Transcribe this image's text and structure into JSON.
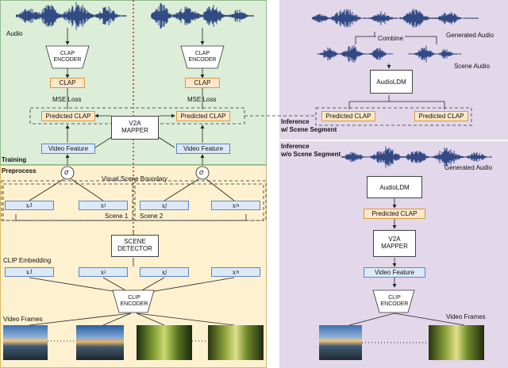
{
  "training": {
    "section_label": "Training",
    "audio_label": "Audio",
    "clap_encoder": "CLAP\nENCODER",
    "clap_label": "CLAP",
    "mse_loss": "MSE Loss",
    "predicted_clap": "Predicted CLAP",
    "v2a_mapper": "V2A\nMAPPER",
    "video_feature": "Video Feature",
    "sigma": "σ"
  },
  "preprocess": {
    "section_label": "Preprocess",
    "visual_scene_boundary": "Visual Scene Boundary",
    "scene1": "Scene 1",
    "scene2": "Scene 2",
    "x_labels_top": [
      "x",
      "x",
      "x",
      "x"
    ],
    "x_subs_top": [
      "1",
      "i",
      "j",
      "n"
    ],
    "scene_detector": "SCENE\nDETECTOR",
    "clip_embedding": "CLIP Embedding",
    "x_labels_bottom": [
      "x",
      "x",
      "x",
      "x"
    ],
    "x_subs_bottom": [
      "1",
      "i",
      "j",
      "n"
    ],
    "clip_encoder": "CLIP\nENCODER",
    "video_frames": "Video Frames"
  },
  "inference_scene": {
    "section_label": "Inference\nw/ Scene Segment",
    "generated_audio": "Generated Audio",
    "combine": "Combine",
    "scene_audio": "Scene Audio",
    "audioldm": "AudioLDM",
    "predicted_clap": "Predicted CLAP"
  },
  "inference_noscene": {
    "section_label": "Inference\nw/o Scene Segment",
    "generated_audio": "Generated Audio",
    "audioldm": "AudioLDM",
    "predicted_clap": "Predicted CLAP",
    "v2a_mapper": "V2A\nMAPPER",
    "video_feature": "Video Feature",
    "clip_encoder": "CLIP\nENCODER",
    "video_frames": "Video Frames"
  },
  "colors": {
    "training_bg": "#dcedd8",
    "preprocess_bg": "#fdf1d0",
    "inference_bg": "#e3d7ea",
    "waveform": "#1f3a7a",
    "clap_fill": "#fde7c9",
    "feature_fill": "#dde9f7",
    "divider_red": "#c0392b"
  }
}
